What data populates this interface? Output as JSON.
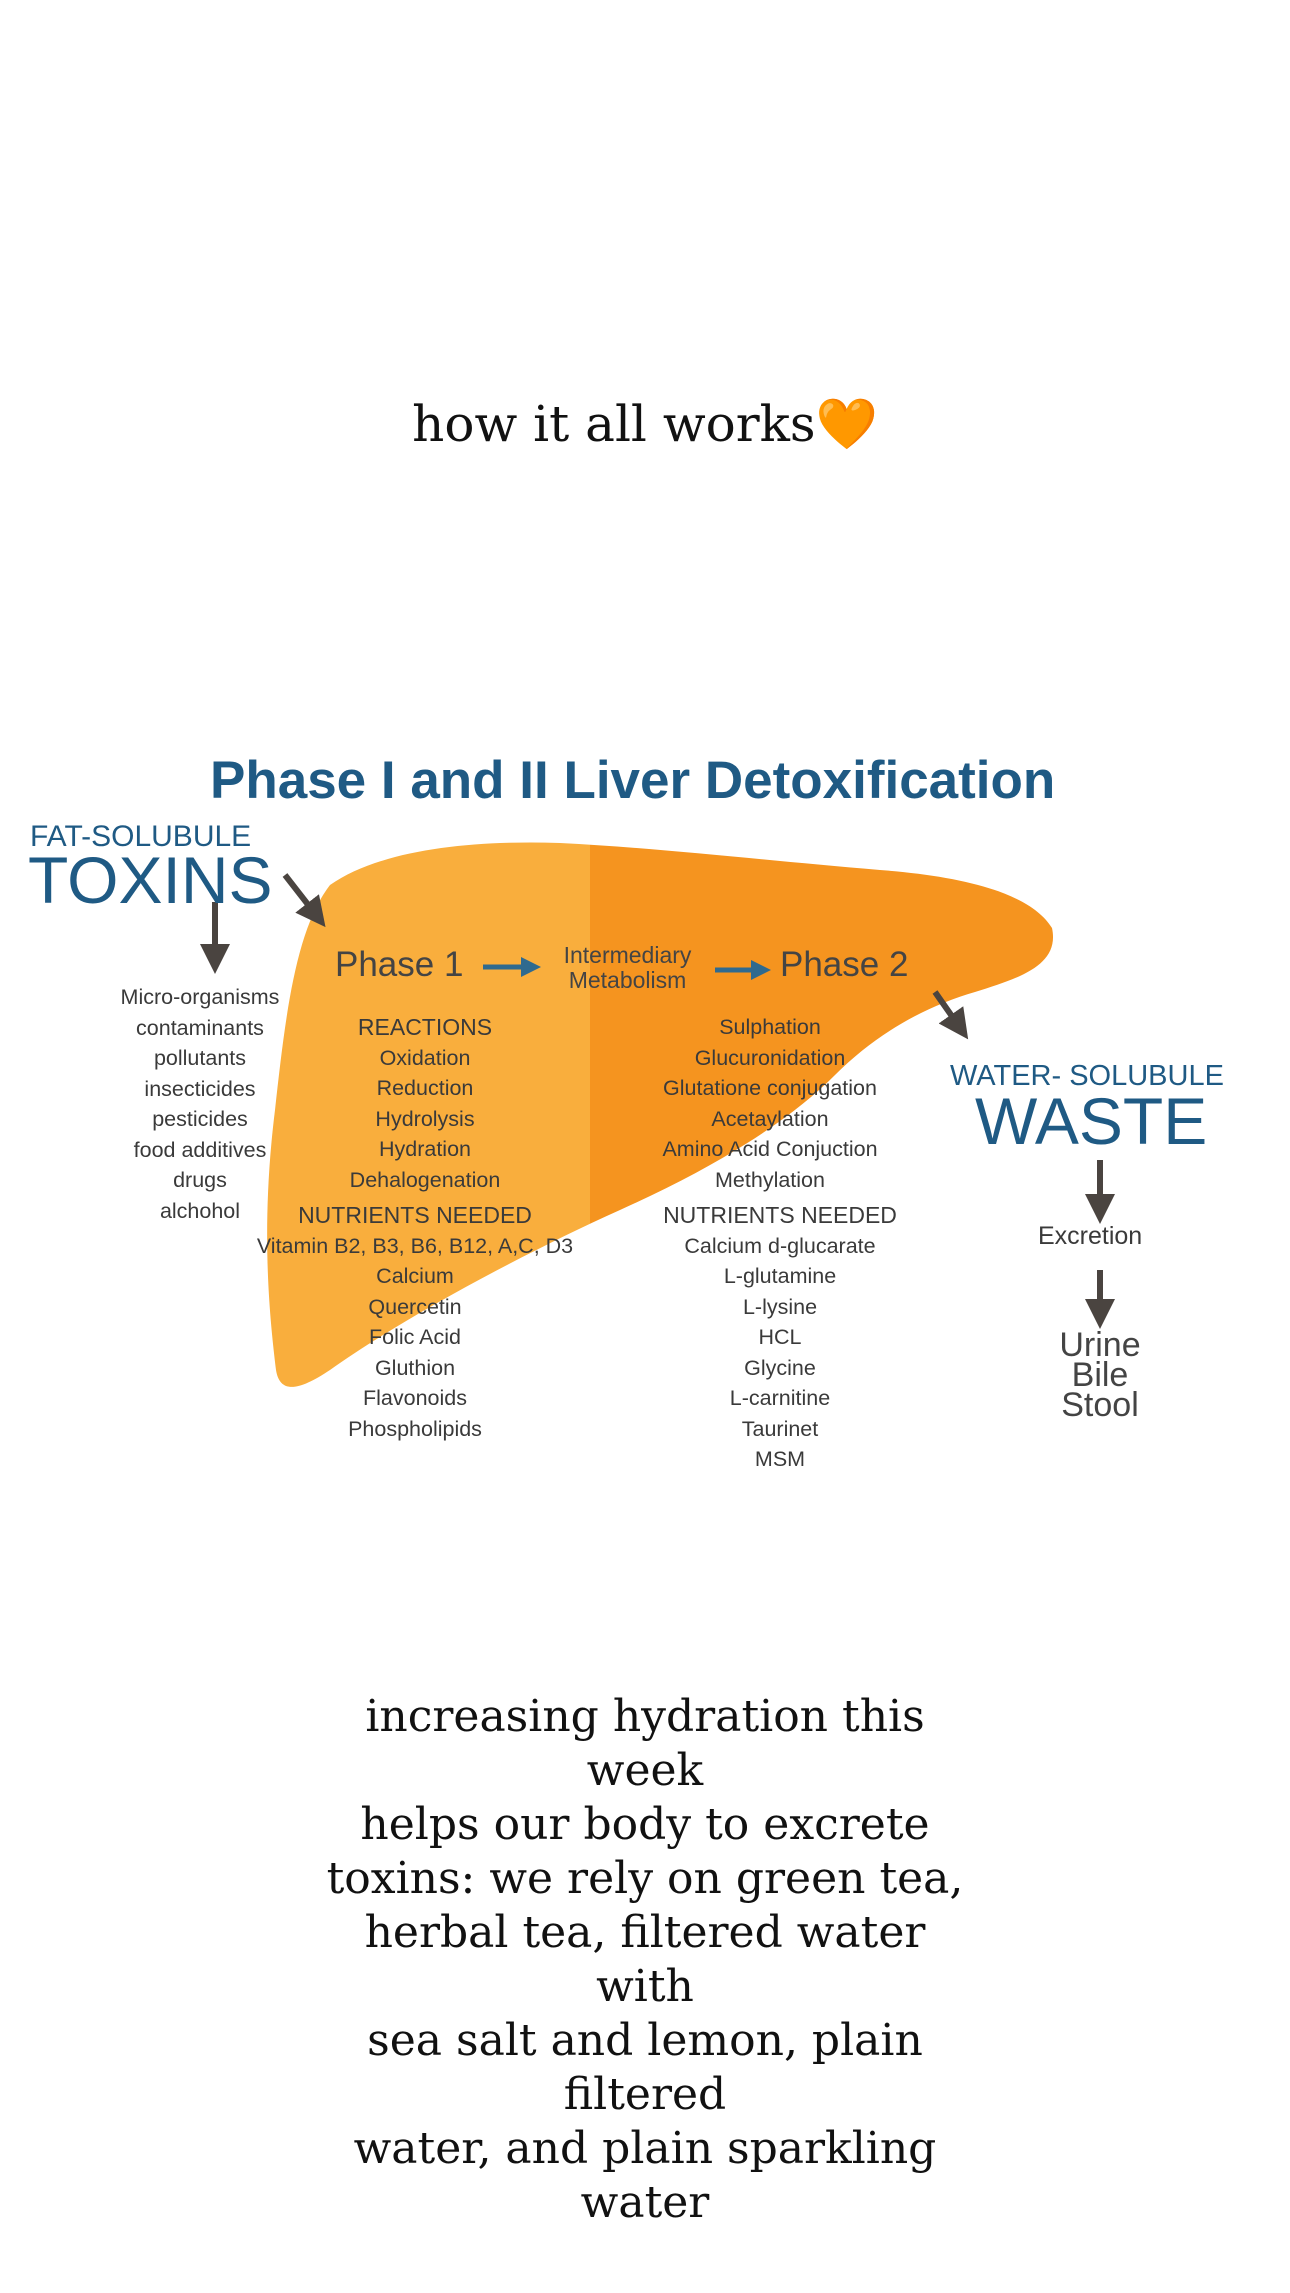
{
  "caption_top": {
    "text": "how it all works",
    "emoji": "🧡"
  },
  "diagram": {
    "title": "Phase I and II Liver Detoxification",
    "fat_soluble_label": "FAT-SOLUBULE",
    "toxins_label": "TOXINS",
    "toxin_sources": [
      "Micro-organisms",
      "contaminants",
      "pollutants",
      "insecticides",
      "pesticides",
      "food additives",
      "drugs",
      "alchohol"
    ],
    "phase1_label": "Phase 1",
    "intermediary_label": [
      "Intermediary",
      "Metabolism"
    ],
    "phase2_label": "Phase 2",
    "phase1_reactions_heading": "REACTIONS",
    "phase1_reactions": [
      "Oxidation",
      "Reduction",
      "Hydrolysis",
      "Hydration",
      "Dehalogenation"
    ],
    "phase1_nutrients_heading": "NUTRIENTS NEEDED",
    "phase1_nutrients": [
      "Vitamin B2, B3, B6, B12, A,C, D3",
      "Calcium",
      "Quercetin",
      "Folic Acid",
      "Gluthion",
      "Flavonoids",
      "Phospholipids"
    ],
    "phase2_reactions": [
      "Sulphation",
      "Glucuronidation",
      "Glutatione conjugation",
      "Acetaylation",
      "Amino Acid Conjuction",
      "Methylation"
    ],
    "phase2_nutrients_heading": "NUTRIENTS NEEDED",
    "phase2_nutrients": [
      "Calcium d-glucarate",
      "L-glutamine",
      "L-lysine",
      "HCL",
      "Glycine",
      "L-carnitine",
      "Taurinet",
      "MSM"
    ],
    "water_soluble_label": "WATER- SOLUBULE",
    "waste_label": "WASTE",
    "excretion_label": "Excretion",
    "outputs": [
      "Urine",
      "Bile",
      "Stool"
    ],
    "colors": {
      "title_blue": "#1f5a84",
      "liver_light": "#f9ae3d",
      "liver_dark": "#f5941f",
      "arrow": "#4a4440",
      "flow_arrow": "#2f6a8f"
    }
  },
  "caption_bottom": {
    "lines": [
      "increasing hydration this week",
      "helps our body to excrete",
      "toxins: we rely on green tea,",
      "herbal tea, filtered water with",
      "sea salt and lemon, plain filtered",
      "water, and plain sparkling water"
    ]
  }
}
